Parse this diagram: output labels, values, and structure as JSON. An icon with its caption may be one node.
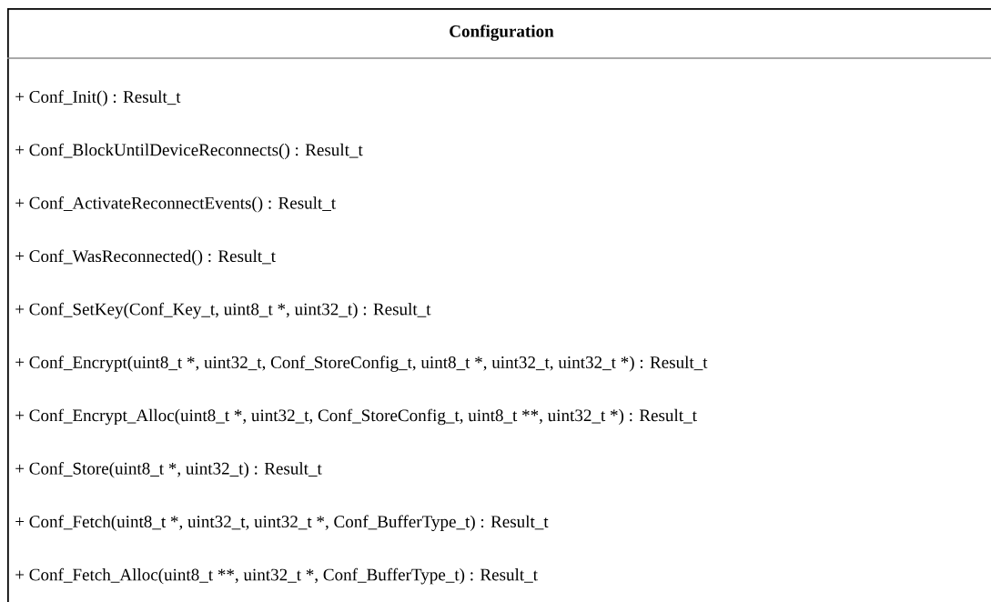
{
  "diagram": {
    "nodes": [
      {
        "text": [
          "Configuration",
          "+ Conf_Init() : Result_t",
          "+ Conf_BlockUntilDeviceReconnects() : Result_t",
          "+ Conf_ActivateReconnectEvents() : Result_t",
          "+ Conf_WasReconnected() : Result_t",
          "+ Conf_SetKey(Conf_Key_t, uint8_t *, uint32_t) : Result_t",
          "+ Conf_Encrypt(uint8_t *, uint32_t, Conf_StoreConfig_t, uint8_t *, uint32_t, uint32_t *) : Result_t",
          "+ Conf_Encrypt_Alloc(uint8_t *, uint32_t, Conf_StoreConfig_t, uint8_t **, uint32_t *) : Result_t",
          "+ Conf_Store(uint8_t *, uint32_t) : Result_t",
          "+ Conf_Fetch(uint8_t *, uint32_t, uint32_t *, Conf_BufferType_t)  : Result_t",
          "+ Conf_Fetch_Alloc(uint8_t **, uint32_t *, Conf_BufferType_t) : Result_t"
        ]
      }
    ]
  }
}
